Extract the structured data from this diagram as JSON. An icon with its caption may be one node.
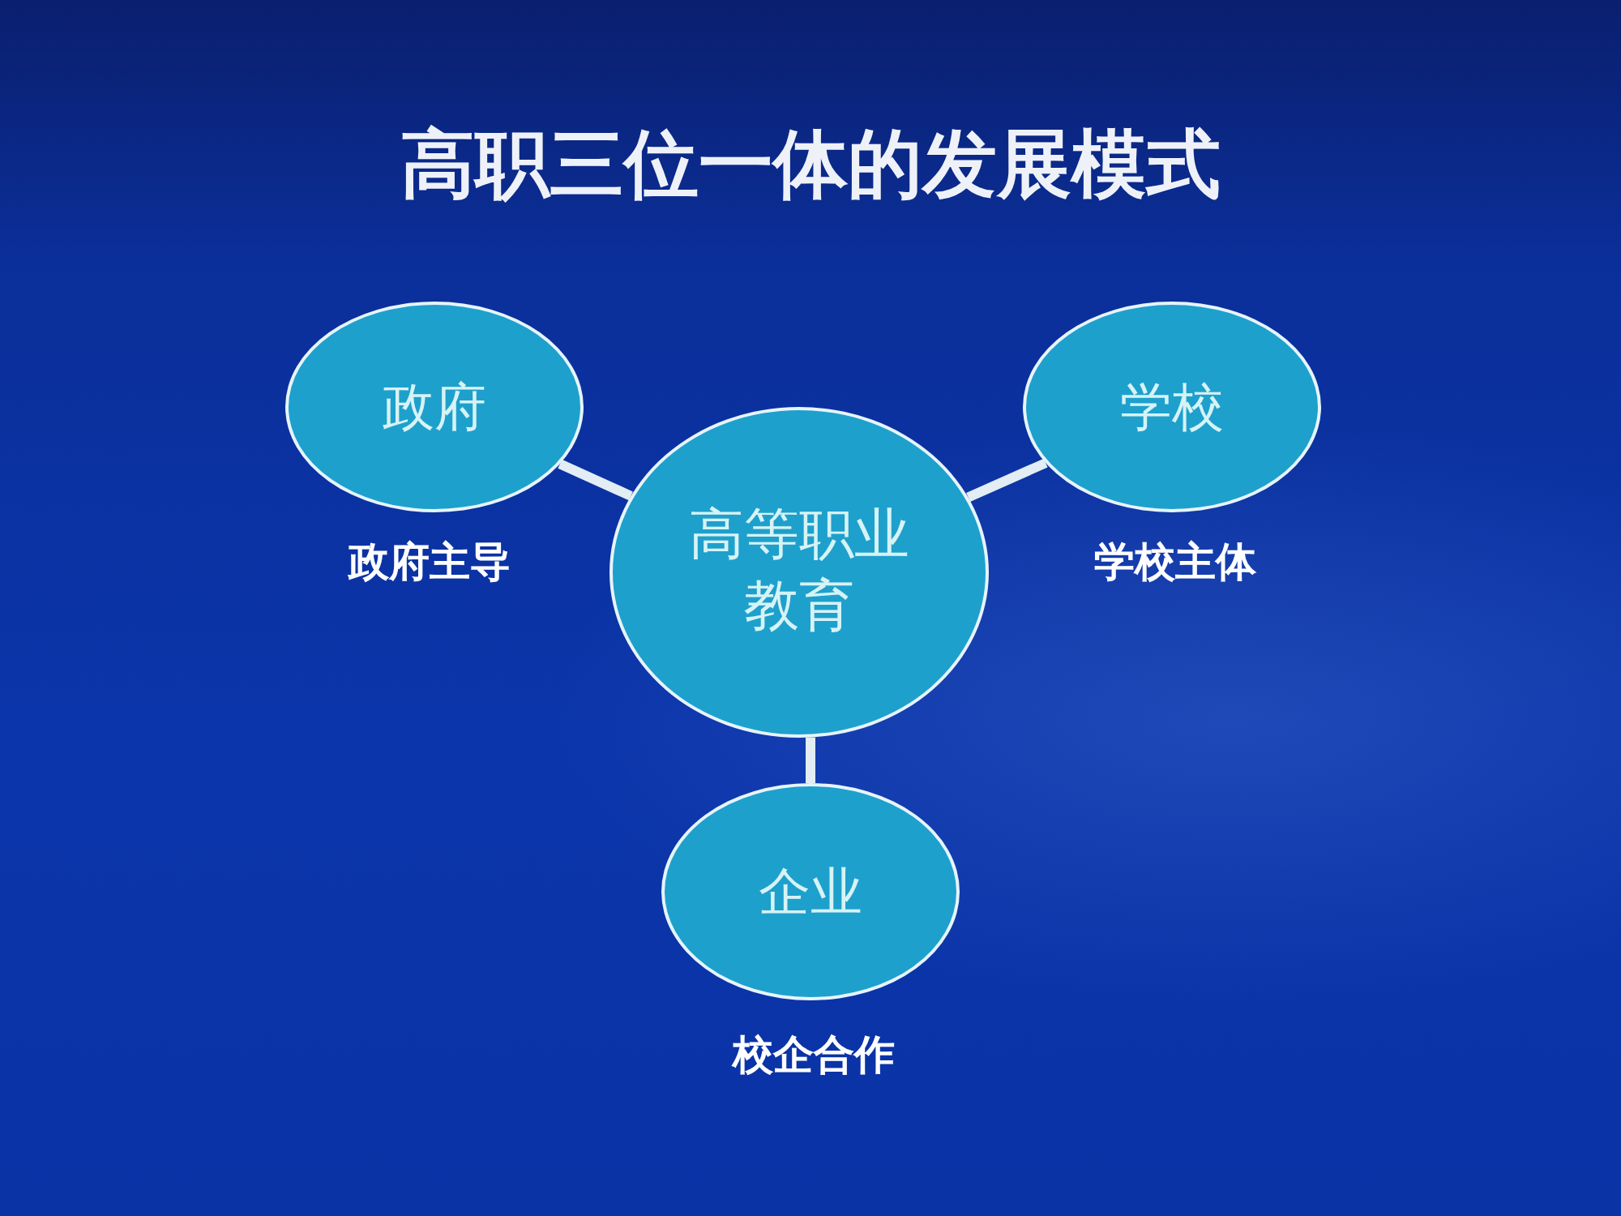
{
  "diagram": {
    "title": "高职三位一体的发展模式",
    "nodes": [
      {
        "text": [
          "政府"
        ],
        "beside": [
          "政府主导"
        ]
      },
      {
        "text": [
          "学校"
        ],
        "beside": [
          "学校主体"
        ]
      },
      {
        "text": [
          "高等职业教育"
        ]
      },
      {
        "text": [
          "企业"
        ],
        "beside": [
          "校企合作"
        ]
      }
    ],
    "edges": [
      {
        "from": 0,
        "to": 2,
        "arrow": "none"
      },
      {
        "from": 1,
        "to": 2,
        "arrow": "none"
      },
      {
        "from": 2,
        "to": 3,
        "arrow": "none"
      }
    ]
  }
}
